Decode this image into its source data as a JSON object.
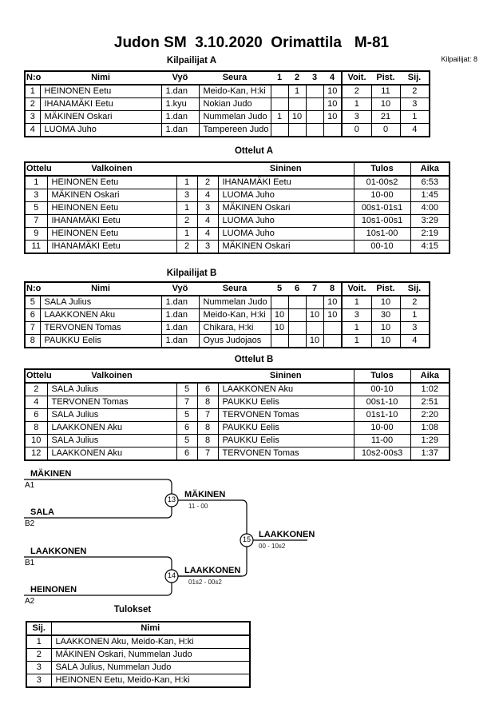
{
  "page": {
    "title": "Judon SM  3.10.2020  Orimattila   M-81",
    "competitors_count": "Kilpailijat: 8"
  },
  "pool_headers": {
    "no": "N:o",
    "name": "Nimi",
    "belt": "Vyö",
    "club": "Seura",
    "wins": "Voit.",
    "points": "Pist.",
    "place": "Sij."
  },
  "match_headers": {
    "match": "Ottelu",
    "white": "Valkoinen",
    "blue": "Sininen",
    "result": "Tulos",
    "time": "Aika"
  },
  "pool_a": {
    "title": "Kilpailijat A",
    "round_headers": [
      "1",
      "2",
      "3",
      "4"
    ],
    "rows": [
      {
        "no": "1",
        "name": "HEINONEN Eetu",
        "belt": "1.dan",
        "club": "Meido-Kan, H:ki",
        "r": [
          "",
          "1",
          "",
          "10"
        ],
        "wins": "2",
        "points": "11",
        "place": "2"
      },
      {
        "no": "2",
        "name": "IHANAMÄKI Eetu",
        "belt": "1.kyu",
        "club": "Nokian Judo",
        "r": [
          "",
          "",
          "",
          "10"
        ],
        "wins": "1",
        "points": "10",
        "place": "3"
      },
      {
        "no": "3",
        "name": "MÄKINEN Oskari",
        "belt": "1.dan",
        "club": "Nummelan Judo",
        "r": [
          "1",
          "10",
          "",
          "10"
        ],
        "wins": "3",
        "points": "21",
        "place": "1"
      },
      {
        "no": "4",
        "name": "LUOMA Juho",
        "belt": "1.dan",
        "club": "Tampereen Judo",
        "r": [
          "",
          "",
          "",
          ""
        ],
        "wins": "0",
        "points": "0",
        "place": "4"
      }
    ]
  },
  "matches_a": {
    "title": "Ottelut A",
    "rows": [
      {
        "no": "1",
        "white": "HEINONEN Eetu",
        "wn": "1",
        "bn": "2",
        "blue": "IHANAMÄKI Eetu",
        "result": "01-00s2",
        "time": "6:53"
      },
      {
        "no": "3",
        "white": "MÄKINEN Oskari",
        "wn": "3",
        "bn": "4",
        "blue": "LUOMA Juho",
        "result": "10-00",
        "time": "1:45"
      },
      {
        "no": "5",
        "white": "HEINONEN Eetu",
        "wn": "1",
        "bn": "3",
        "blue": "MÄKINEN Oskari",
        "result": "00s1-01s1",
        "time": "4:00"
      },
      {
        "no": "7",
        "white": "IHANAMÄKI Eetu",
        "wn": "2",
        "bn": "4",
        "blue": "LUOMA Juho",
        "result": "10s1-00s1",
        "time": "3:29"
      },
      {
        "no": "9",
        "white": "HEINONEN Eetu",
        "wn": "1",
        "bn": "4",
        "blue": "LUOMA Juho",
        "result": "10s1-00",
        "time": "2:19"
      },
      {
        "no": "11",
        "white": "IHANAMÄKI Eetu",
        "wn": "2",
        "bn": "3",
        "blue": "MÄKINEN Oskari",
        "result": "00-10",
        "time": "4:15"
      }
    ]
  },
  "pool_b": {
    "title": "Kilpailijat B",
    "round_headers": [
      "5",
      "6",
      "7",
      "8"
    ],
    "rows": [
      {
        "no": "5",
        "name": "SALA Julius",
        "belt": "1.dan",
        "club": "Nummelan Judo",
        "r": [
          "",
          "",
          "",
          "10"
        ],
        "wins": "1",
        "points": "10",
        "place": "2"
      },
      {
        "no": "6",
        "name": "LAAKKONEN Aku",
        "belt": "1.dan",
        "club": "Meido-Kan, H:ki",
        "r": [
          "10",
          "",
          "10",
          "10"
        ],
        "wins": "3",
        "points": "30",
        "place": "1"
      },
      {
        "no": "7",
        "name": "TERVONEN Tomas",
        "belt": "1.dan",
        "club": "Chikara, H:ki",
        "r": [
          "10",
          "",
          "",
          ""
        ],
        "wins": "1",
        "points": "10",
        "place": "3"
      },
      {
        "no": "8",
        "name": "PAUKKU Eelis",
        "belt": "1.dan",
        "club": "Oyus Judojaos",
        "r": [
          "",
          "",
          "10",
          ""
        ],
        "wins": "1",
        "points": "10",
        "place": "4"
      }
    ]
  },
  "matches_b": {
    "title": "Ottelut B",
    "rows": [
      {
        "no": "2",
        "white": "SALA Julius",
        "wn": "5",
        "bn": "6",
        "blue": "LAAKKONEN Aku",
        "result": "00-10",
        "time": "1:02"
      },
      {
        "no": "4",
        "white": "TERVONEN Tomas",
        "wn": "7",
        "bn": "8",
        "blue": "PAUKKU Eelis",
        "result": "00s1-10",
        "time": "2:51"
      },
      {
        "no": "6",
        "white": "SALA Julius",
        "wn": "5",
        "bn": "7",
        "blue": "TERVONEN Tomas",
        "result": "01s1-10",
        "time": "2:20"
      },
      {
        "no": "8",
        "white": "LAAKKONEN Aku",
        "wn": "6",
        "bn": "8",
        "blue": "PAUKKU Eelis",
        "result": "10-00",
        "time": "1:08"
      },
      {
        "no": "10",
        "white": "SALA Julius",
        "wn": "5",
        "bn": "8",
        "blue": "PAUKKU Eelis",
        "result": "11-00",
        "time": "1:29"
      },
      {
        "no": "12",
        "white": "LAAKKONEN Aku",
        "wn": "6",
        "bn": "7",
        "blue": "TERVONEN Tomas",
        "result": "10s2-00s3",
        "time": "1:37"
      }
    ]
  },
  "bracket": {
    "sf1": {
      "top_name": "MÄKINEN",
      "top_code": "A1",
      "bottom_name": "SALA",
      "bottom_code": "B2",
      "match_no": "13",
      "winner": "MÄKINEN",
      "score": "11 - 00"
    },
    "sf2": {
      "top_name": "LAAKKONEN",
      "top_code": "B1",
      "bottom_name": "HEINONEN",
      "bottom_code": "A2",
      "match_no": "14",
      "winner": "LAAKKONEN",
      "score": "01s2 - 00s2"
    },
    "final": {
      "match_no": "15",
      "winner": "LAAKKONEN",
      "score": "00 - 10s2"
    }
  },
  "results": {
    "title": "Tulokset",
    "headers": {
      "place": "Sij.",
      "name": "Nimi"
    },
    "rows": [
      {
        "place": "1",
        "name": "LAAKKONEN Aku, Meido-Kan, H:ki"
      },
      {
        "place": "2",
        "name": "MÄKINEN Oskari, Nummelan Judo"
      },
      {
        "place": "3",
        "name": "SALA Julius, Nummelan Judo"
      },
      {
        "place": "3",
        "name": "HEINONEN Eetu, Meido-Kan, H:ki"
      }
    ]
  }
}
